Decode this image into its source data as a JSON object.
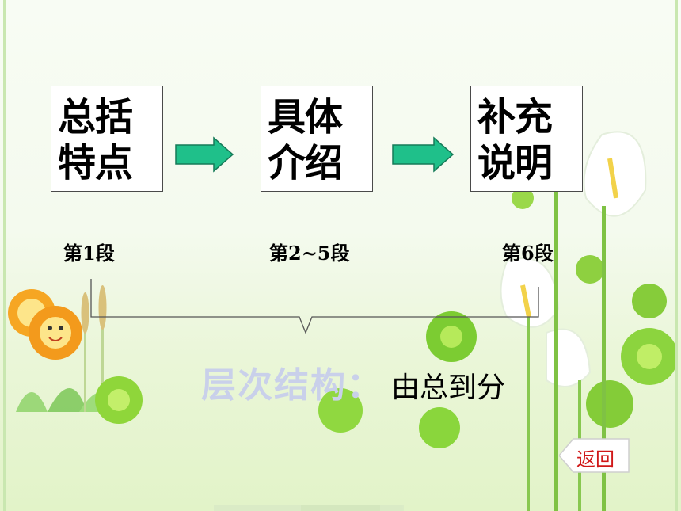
{
  "boxes": [
    {
      "line1": "总括",
      "line2": "特点"
    },
    {
      "line1": "具体",
      "line2": "介绍"
    },
    {
      "line1": "补充",
      "line2": "说明"
    }
  ],
  "paragraphs": [
    "第1段",
    "第2~5段",
    "第6段"
  ],
  "structure": {
    "label": "层次结构：",
    "value": "由总到分"
  },
  "back_button": {
    "label": "返回"
  },
  "colors": {
    "arrow": "#1fc08a",
    "label_faded": "#c9d0ea",
    "back_text": "#d01818"
  }
}
